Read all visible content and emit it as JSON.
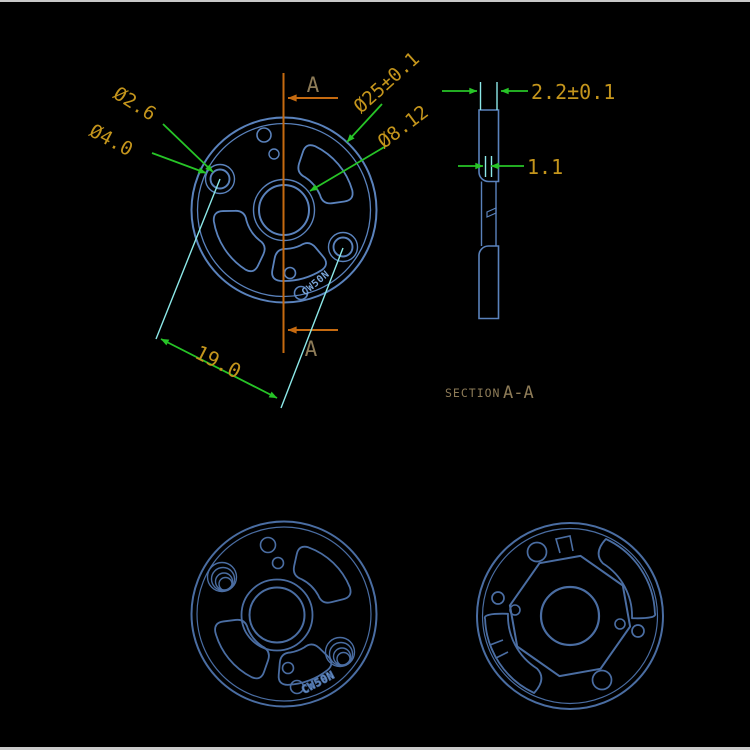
{
  "drawing_type": "CAD engineering drawing - motor mount plate",
  "colors": {
    "background": "#000000",
    "frame": "#c9c9c9",
    "dimension_text": "#c4951c",
    "leader_arrow_green": "#27c427",
    "section_line_orange": "#c56a10",
    "label_tan": "#8d7b57",
    "part_outline_front": "#5a82bc",
    "part_outline_iso": "#4a6da2",
    "extension_line_cyan": "#8ce8e8",
    "engraving_blue": "#7aa5d8"
  },
  "front_view": {
    "dim_small_hole": "Ø2.6",
    "dim_counterbore": "Ø4.0",
    "dim_outer_diameter": "Ø25±0.1",
    "dim_center_hole": "Ø8.12",
    "dim_hole_spacing": "19.0",
    "section_marker_top": "A",
    "section_marker_bottom": "A",
    "engraving": "CW50N"
  },
  "section_view": {
    "dim_thickness": "2.2±0.1",
    "dim_web_thickness": "1.1",
    "caption_label": "SECTION",
    "caption_ref": "A-A"
  },
  "iso_front_view": {
    "engraving": "CW50N"
  },
  "iso_back_view": {}
}
